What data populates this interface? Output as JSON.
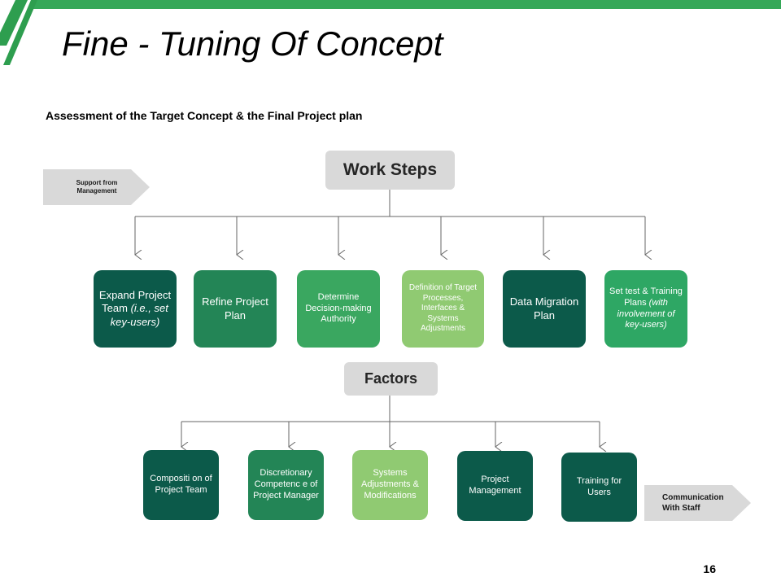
{
  "title": "Fine - Tuning Of Concept",
  "subtitle": "Assessment  of the Target Concept & the Final Project plan",
  "work_steps": {
    "label": "Work Steps",
    "items": [
      {
        "pre": "Expand Project Team ",
        "emph": "(i.e., set key-users)",
        "color": "#0c5a4a"
      },
      {
        "pre": "Refine Project Plan",
        "emph": "",
        "color": "#238556"
      },
      {
        "pre": "Determine Decision-making Authority",
        "emph": "",
        "color": "#3aa760"
      },
      {
        "pre": "Definition of Target Processes, Interfaces & Systems Adjustments",
        "emph": "",
        "color": "#90ca72"
      },
      {
        "pre": "Data Migration Plan",
        "emph": "",
        "color": "#0c5a4a"
      },
      {
        "pre": "Set test & Training Plans ",
        "emph": "(with involvement of key-users)",
        "color": "#2ea764"
      }
    ]
  },
  "factors": {
    "label": "Factors",
    "items": [
      {
        "text": "Compositi on of Project Team",
        "color": "#0c5a4a"
      },
      {
        "text": "Discretionary Competenc e of Project Manager",
        "color": "#238556"
      },
      {
        "text": "Systems Adjustments & Modifications",
        "color": "#90ca72"
      },
      {
        "text": "Project Management",
        "color": "#0c5a4a"
      },
      {
        "text": "Training for Users",
        "color": "#0c5a4a"
      }
    ]
  },
  "support_label": "Support from Management",
  "communication_label": "Communication With Staff",
  "page_number": "16",
  "colors": {
    "accent": "#2e9e4f",
    "dark_green": "#0c5a4a",
    "mid_green": "#238556",
    "light_green": "#90ca72",
    "header_gray": "#d9d9d9",
    "connector": "#666666"
  }
}
